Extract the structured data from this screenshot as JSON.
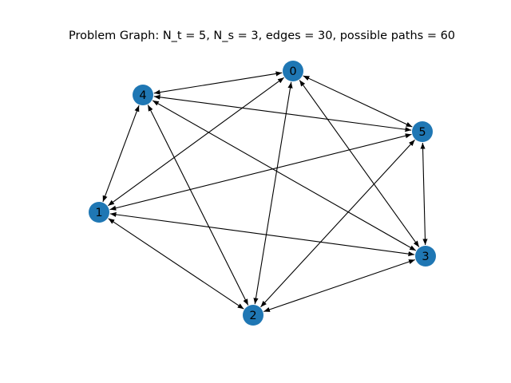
{
  "title": "Problem Graph: N_t = 5, N_s = 3, edges = 30, possible paths = 60",
  "node_color": "#1f77b4",
  "edge_color": "#000000",
  "nodes": [
    {
      "id": "0",
      "label": "0"
    },
    {
      "id": "1",
      "label": "1"
    },
    {
      "id": "2",
      "label": "2"
    },
    {
      "id": "3",
      "label": "3"
    },
    {
      "id": "4",
      "label": "4"
    },
    {
      "id": "5",
      "label": "5"
    }
  ],
  "edges": [
    {
      "source": "0",
      "target": "1",
      "directed": "both"
    },
    {
      "source": "0",
      "target": "2",
      "directed": "both"
    },
    {
      "source": "0",
      "target": "3",
      "directed": "both"
    },
    {
      "source": "0",
      "target": "4",
      "directed": "both"
    },
    {
      "source": "0",
      "target": "5",
      "directed": "both"
    },
    {
      "source": "1",
      "target": "2",
      "directed": "both"
    },
    {
      "source": "1",
      "target": "3",
      "directed": "both"
    },
    {
      "source": "1",
      "target": "4",
      "directed": "both"
    },
    {
      "source": "1",
      "target": "5",
      "directed": "both"
    },
    {
      "source": "2",
      "target": "3",
      "directed": "both"
    },
    {
      "source": "2",
      "target": "4",
      "directed": "both"
    },
    {
      "source": "2",
      "target": "5",
      "directed": "both"
    },
    {
      "source": "3",
      "target": "4",
      "directed": "both"
    },
    {
      "source": "3",
      "target": "5",
      "directed": "both"
    },
    {
      "source": "4",
      "target": "5",
      "directed": "both"
    }
  ]
}
